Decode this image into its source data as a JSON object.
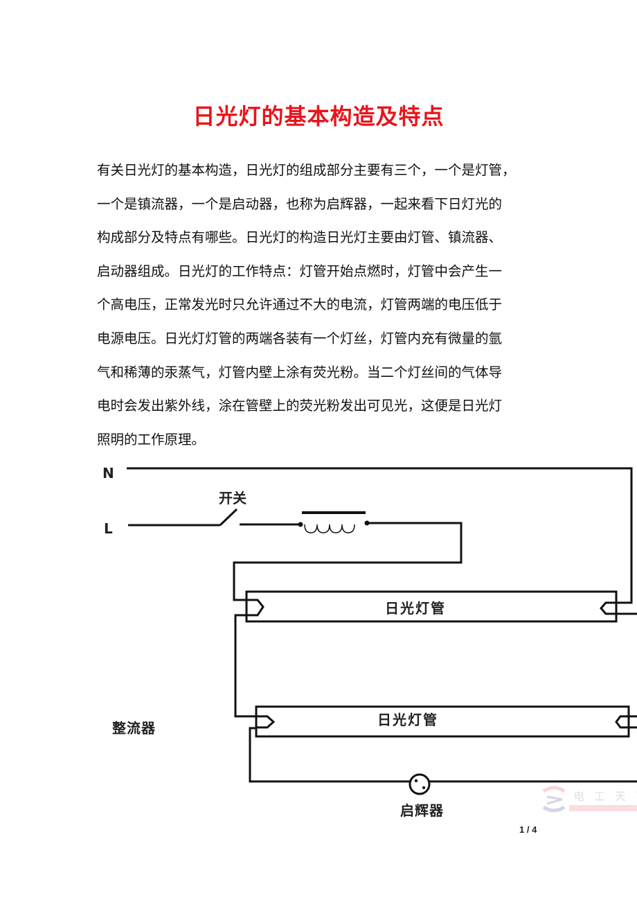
{
  "document": {
    "title": "日光灯的基本构造及特点",
    "body_lines": [
      "有关日光灯的基本构造，日光灯的组成部分主要有三个，一个是灯管，",
      "一个是镇流器，一个是启动器，也称为启辉器，一起来看下日灯光的",
      "构成部分及特点有哪些。日光灯的构造日光灯主要由灯管、镇流器、",
      "启动器组成。日光灯的工作特点：灯管开始点燃时，灯管中会产生一",
      "个高电压，正常发光时只允许通过不大的电流，灯管两端的电压低于",
      "电源电压。日光灯灯管的两端各装有一个灯丝，灯管内充有微量的氩",
      "气和稀薄的汞蒸气，灯管内壁上涂有荧光粉。当二个灯丝间的气体导",
      "电时会发出紫外线，涂在管壁上的荧光粉发出可见光，这便是日光灯",
      "照明的工作原理。"
    ],
    "page_number": "1 / 4",
    "title_color": "#e8141b"
  },
  "diagram": {
    "label_n": "N",
    "label_l": "L",
    "label_switch": "开关",
    "tube1_label": "日光灯管",
    "tube2_label": "日光灯管",
    "label_ballast": "整流器",
    "label_starter": "启辉器",
    "watermark_text": "电工天下"
  }
}
